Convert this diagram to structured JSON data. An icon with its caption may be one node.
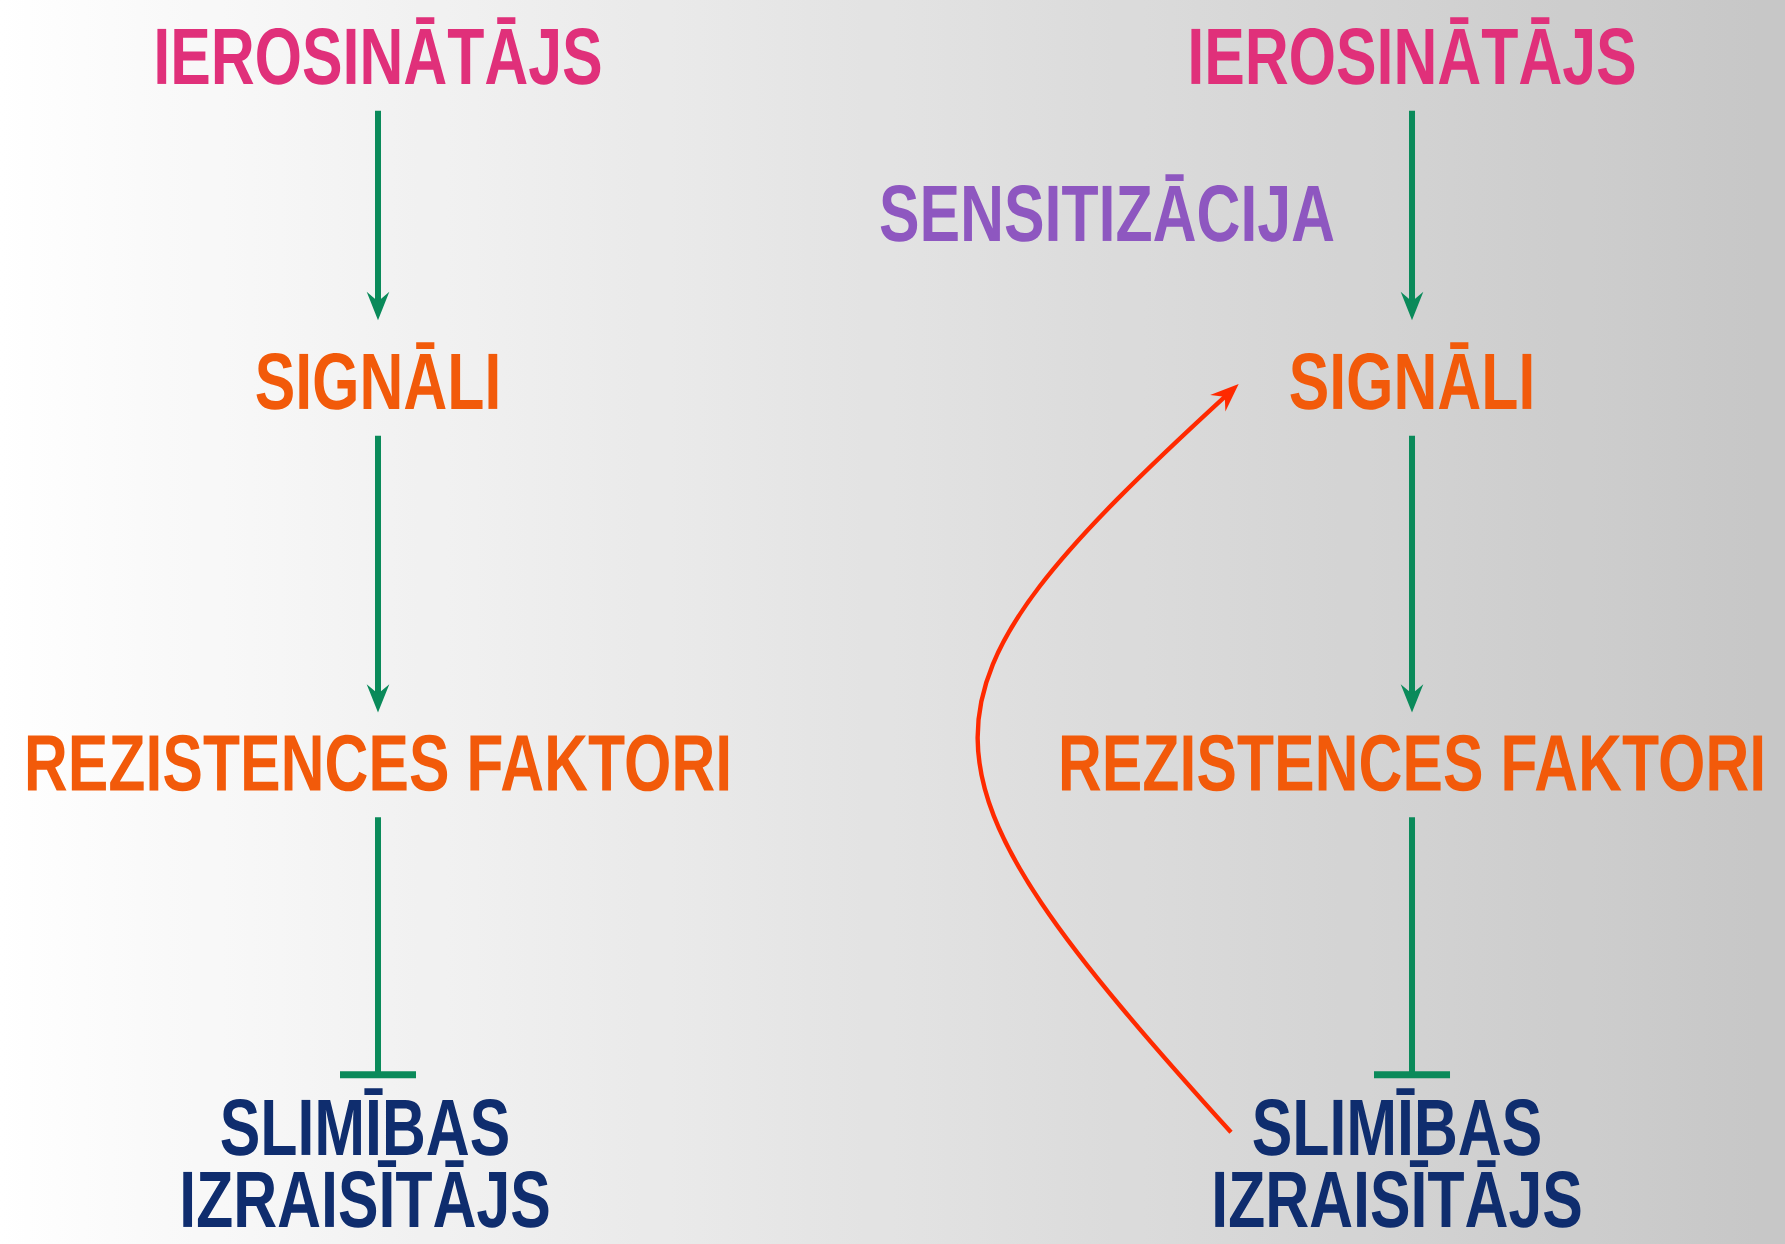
{
  "diagram": {
    "nodes": [
      {
        "text": [
          "IEROSINĀTĀJS"
        ]
      },
      {
        "text": [
          "SIGNĀLI"
        ]
      },
      {
        "text": [
          "REZISTENCES FAKTORI"
        ]
      },
      {
        "text": [
          "SLIMĪBAS IZRAISĪTĀJS"
        ]
      },
      {
        "text": [
          "IEROSINĀTĀJS"
        ]
      },
      {
        "text": [
          "SIGNĀLI"
        ]
      },
      {
        "text": [
          "REZISTENCES FAKTORI"
        ]
      },
      {
        "text": [
          "SLIMĪBAS IZRAISĪTĀJS"
        ]
      }
    ],
    "edges": [
      {
        "from": 0,
        "to": 1,
        "arrow": "to"
      },
      {
        "from": 1,
        "to": 2,
        "arrow": "to"
      },
      {
        "from": 2,
        "to": 3,
        "arrow": "other"
      },
      {
        "from": 4,
        "to": 5,
        "arrow": "to"
      },
      {
        "from": 5,
        "to": 6,
        "arrow": "to"
      },
      {
        "from": 6,
        "to": 7,
        "arrow": "other"
      },
      {
        "from": 7,
        "to": 5,
        "arrow": "to",
        "color": "#ff2a00"
      }
    ],
    "labels": [
      "SENSITIZĀCIJA"
    ]
  }
}
